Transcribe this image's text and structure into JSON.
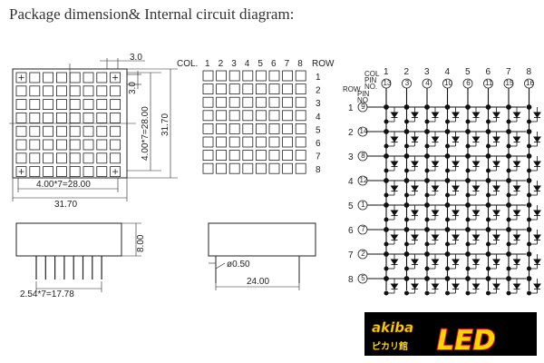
{
  "title": "Package dimension& Internal circuit diagram:",
  "front_view": {
    "pitch_label": "3.0",
    "pitch_small_label": "3.0",
    "height_inner_label": "4.00*7=28.00",
    "height_outer_label": "31.70",
    "width_inner_label": "4.00*7=28.00",
    "width_outer_label": "31.70"
  },
  "col_row_grid": {
    "col_label": "COL.",
    "row_label": "ROW",
    "col_numbers": [
      "1",
      "2",
      "3",
      "4",
      "5",
      "6",
      "7",
      "8"
    ],
    "row_numbers": [
      "1",
      "2",
      "3",
      "4",
      "5",
      "6",
      "7",
      "8"
    ]
  },
  "side_view": {
    "height_label": "8.00",
    "pin_pitch_label": "2.54*7=17.78"
  },
  "end_view": {
    "pin_dia_label": "ø0.50",
    "length_label": "24.00"
  },
  "circuit": {
    "col_header": "COL",
    "pin_header": "PIN",
    "no_header": "NO.",
    "row_header": "ROW",
    "pin_header2": "PIN",
    "no_header2": "NO",
    "cols": [
      {
        "col": "1",
        "pin": "13"
      },
      {
        "col": "2",
        "pin": "3"
      },
      {
        "col": "3",
        "pin": "4"
      },
      {
        "col": "4",
        "pin": "10"
      },
      {
        "col": "5",
        "pin": "6"
      },
      {
        "col": "6",
        "pin": "11"
      },
      {
        "col": "7",
        "pin": "15"
      },
      {
        "col": "8",
        "pin": "16"
      }
    ],
    "rows": [
      {
        "row": "1",
        "pin": "9"
      },
      {
        "row": "2",
        "pin": "14"
      },
      {
        "row": "3",
        "pin": "8"
      },
      {
        "row": "4",
        "pin": "12"
      },
      {
        "row": "5",
        "pin": "1"
      },
      {
        "row": "6",
        "pin": "7"
      },
      {
        "row": "7",
        "pin": "2"
      },
      {
        "row": "8",
        "pin": "5"
      }
    ]
  },
  "logo": {
    "top": "akiba",
    "jp": "ピカリ館",
    "main": "LED"
  }
}
